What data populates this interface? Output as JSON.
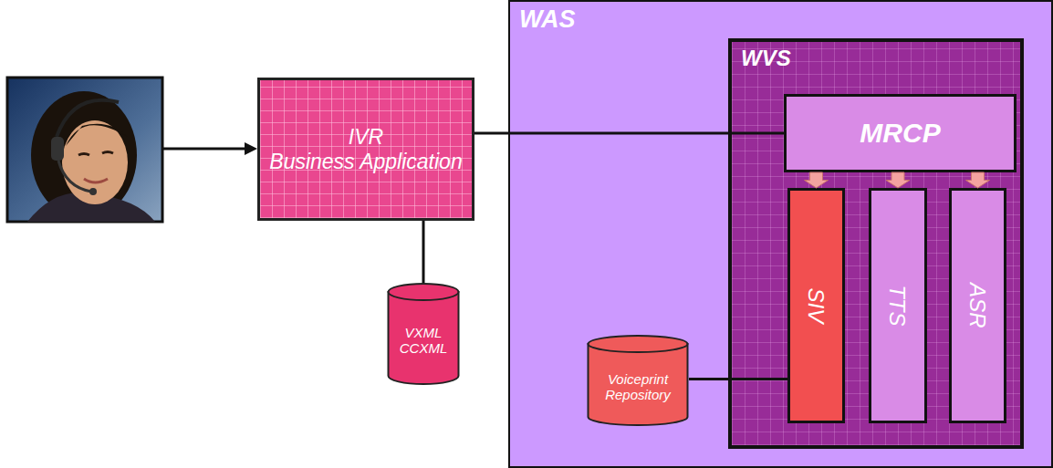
{
  "diagram": {
    "nodes": [
      {
        "text": [
          "IVR",
          "Business Application"
        ]
      },
      {
        "text": [
          "VXML CCXML"
        ]
      },
      {
        "text": [
          "WAS"
        ]
      },
      {
        "text": [
          "WVS"
        ],
        "in": 2
      },
      {
        "text": [
          "MRCP"
        ],
        "in": 3
      },
      {
        "text": [
          "SIV"
        ],
        "in": 3
      },
      {
        "text": [
          "TTS"
        ],
        "in": 3
      },
      {
        "text": [
          "ASR"
        ],
        "in": 3
      },
      {
        "text": [
          "Voiceprint Repository"
        ],
        "in": 2
      }
    ],
    "edges": [
      {
        "from": 0,
        "to": 4,
        "arrow": "none"
      },
      {
        "from": 0,
        "to": 1,
        "arrow": "none"
      },
      {
        "from": 4,
        "to": 5,
        "arrow": "to"
      },
      {
        "from": 4,
        "to": 6,
        "arrow": "to"
      },
      {
        "from": 4,
        "to": 7,
        "arrow": "to"
      },
      {
        "from": 8,
        "to": 5,
        "arrow": "none"
      }
    ]
  }
}
